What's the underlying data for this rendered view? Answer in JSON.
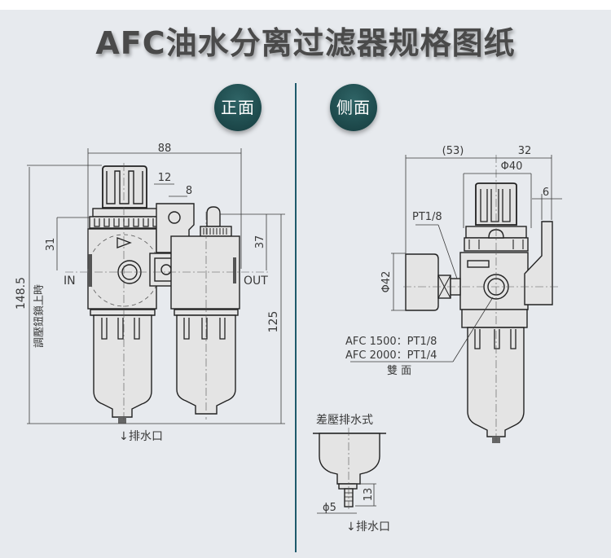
{
  "title": "AFC油水分离过滤器规格图纸",
  "colors": {
    "background": "#e7eaee",
    "badge": "#1f4c4e",
    "divider": "#1e5a6b",
    "title_text": "#4a4a4a",
    "line": "#222222"
  },
  "front_view": {
    "badge_label": "正面",
    "dimensions": {
      "overall_width": "88",
      "bracket_width": "12",
      "hole_width": "8",
      "upper_height_left": "31",
      "upper_height_right": "37",
      "overall_height": "148.5",
      "right_height": "125"
    },
    "labels": {
      "inlet": "IN",
      "outlet": "OUT",
      "height_note": "調壓鈕鎖上時",
      "drain": "排水口",
      "drain_arrow": "↓"
    }
  },
  "side_view": {
    "badge_label": "侧面",
    "dimensions": {
      "left_width": "(53)",
      "right_width": "32",
      "bowl_diameter": "Φ40",
      "bracket_offset": "6",
      "gauge_diameter": "Φ42"
    },
    "labels": {
      "gauge_port": "PT1/8",
      "port_line_1": "AFC 1500：PT1/8",
      "port_line_2": "AFC 2000：PT1/4",
      "port_note": "雙 面"
    }
  },
  "drain_detail": {
    "title": "差壓排水式",
    "dimensions": {
      "nozzle_diameter": "ϕ5",
      "nozzle_length": "13"
    },
    "drain_label": "排水口",
    "drain_arrow": "↓"
  }
}
